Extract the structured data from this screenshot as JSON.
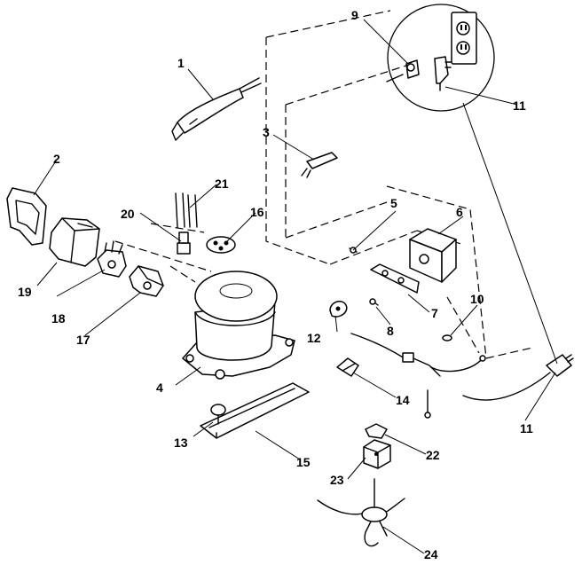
{
  "callouts": [
    {
      "id": "c1",
      "label": "1"
    },
    {
      "id": "c2",
      "label": "2"
    },
    {
      "id": "c3",
      "label": "3"
    },
    {
      "id": "c4",
      "label": "4"
    },
    {
      "id": "c5",
      "label": "5"
    },
    {
      "id": "c6",
      "label": "6"
    },
    {
      "id": "c7",
      "label": "7"
    },
    {
      "id": "c8",
      "label": "8"
    },
    {
      "id": "c9",
      "label": "9"
    },
    {
      "id": "c10",
      "label": "10"
    },
    {
      "id": "c11a",
      "label": "11"
    },
    {
      "id": "c11b",
      "label": "11"
    },
    {
      "id": "c12",
      "label": "12"
    },
    {
      "id": "c13",
      "label": "13"
    },
    {
      "id": "c14",
      "label": "14"
    },
    {
      "id": "c15",
      "label": "15"
    },
    {
      "id": "c16",
      "label": "16"
    },
    {
      "id": "c17",
      "label": "17"
    },
    {
      "id": "c18",
      "label": "18"
    },
    {
      "id": "c19",
      "label": "19"
    },
    {
      "id": "c20",
      "label": "20"
    },
    {
      "id": "c21",
      "label": "21"
    },
    {
      "id": "c22",
      "label": "22"
    },
    {
      "id": "c23",
      "label": "23"
    },
    {
      "id": "c24",
      "label": "24"
    }
  ]
}
